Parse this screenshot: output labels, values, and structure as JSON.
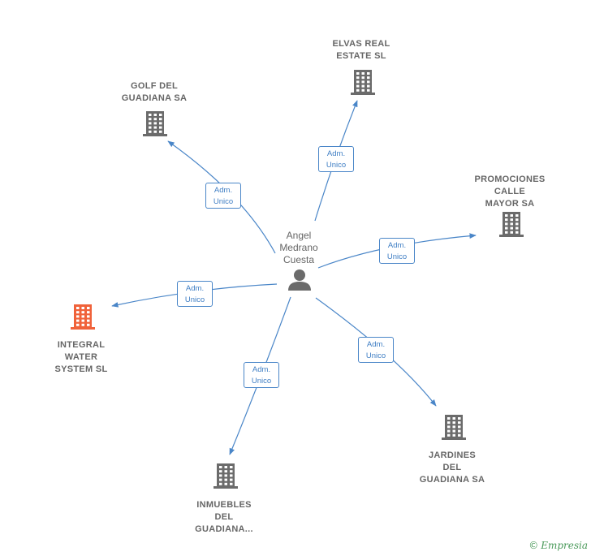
{
  "center": {
    "label": "Angel\nMedrano\nCuesta",
    "icon": "person-icon"
  },
  "companies": [
    {
      "id": "golf",
      "label": "GOLF DEL\nGUADIANA SA",
      "highlight": false,
      "color": "#6b6b6b"
    },
    {
      "id": "elvas",
      "label": "ELVAS REAL\nESTATE  SL",
      "highlight": false,
      "color": "#6b6b6b"
    },
    {
      "id": "promociones",
      "label": "PROMOCIONES\nCALLE\nMAYOR SA",
      "highlight": false,
      "color": "#6b6b6b"
    },
    {
      "id": "integral",
      "label": "INTEGRAL\nWATER\nSYSTEM  SL",
      "highlight": true,
      "color": "#f0623a"
    },
    {
      "id": "jardines",
      "label": "JARDINES\nDEL\nGUADIANA SA",
      "highlight": false,
      "color": "#6b6b6b"
    },
    {
      "id": "inmuebles",
      "label": "INMUEBLES\nDEL\nGUADIANA...",
      "highlight": false,
      "color": "#6b6b6b"
    }
  ],
  "relations": [
    {
      "to": "golf",
      "role": "Adm.\nUnico"
    },
    {
      "to": "elvas",
      "role": "Adm.\nUnico"
    },
    {
      "to": "promociones",
      "role": "Adm.\nUnico"
    },
    {
      "to": "integral",
      "role": "Adm.\nUnico"
    },
    {
      "to": "jardines",
      "role": "Adm.\nUnico"
    },
    {
      "to": "inmuebles",
      "role": "Adm.\nUnico"
    }
  ],
  "colors": {
    "edge": "#4a86c8",
    "person": "#6b6b6b"
  },
  "watermark": {
    "copyright": "©",
    "brand": "Empresia"
  }
}
